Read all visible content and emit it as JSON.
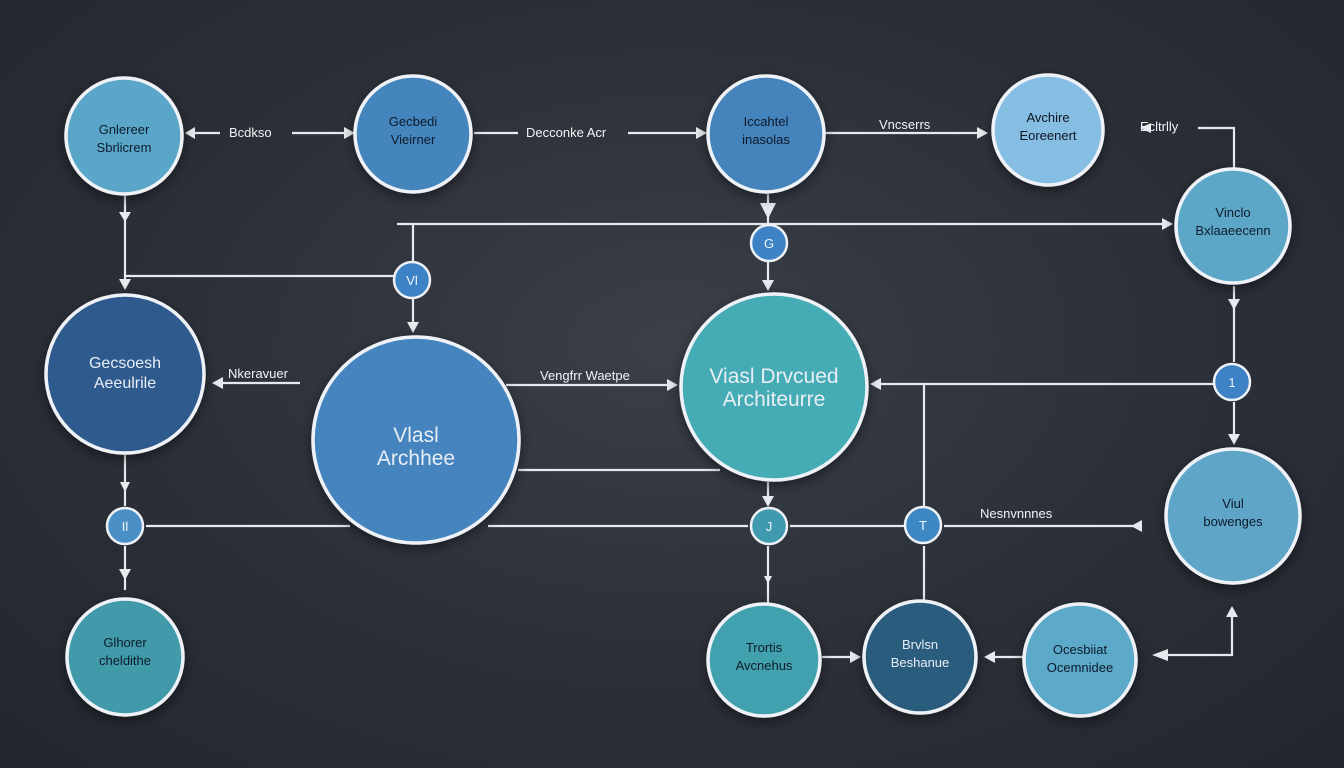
{
  "colors": {
    "background": "#2b2f37",
    "connector": "#e6eaee",
    "node_border": "#eef2f6"
  },
  "nodes": {
    "top_left": {
      "line1": "Gnlereer",
      "line2": "Sbrlicrem",
      "fill": "#5aa6c9"
    },
    "top_2": {
      "line1": "Gecbedi",
      "line2": "Vieirner",
      "fill": "#4485bd"
    },
    "top_3": {
      "line1": "Iccahtel",
      "line2": "inasolas",
      "fill": "#4583bd"
    },
    "top_4": {
      "line1": "Avchire",
      "line2": "Eoreenert",
      "fill": "#86bde3"
    },
    "right_upper": {
      "line1": "Vinclo",
      "line2": "Bxlaaeecenn",
      "fill": "#5ba7c8"
    },
    "mid_left": {
      "line1": "Gecsoesh",
      "line2": "Aeeulrile",
      "fill": "#2e5a8e"
    },
    "center": {
      "line1": "Vlasl",
      "line2": "Archhee",
      "fill": "#4484bf"
    },
    "center_right": {
      "line1": "Viasl Drvcued",
      "line2": "Architeurre",
      "fill": "#45abb5"
    },
    "right_lower": {
      "line1": "Viul",
      "line2": "bowenges",
      "fill": "#5ea5c8"
    },
    "bottom_left": {
      "line1": "Glhorer",
      "line2": "cheldithe",
      "fill": "#3f9aa9"
    },
    "bottom_2": {
      "line1": "Trortis",
      "line2": "Avcnehus",
      "fill": "#43a1af"
    },
    "bottom_3": {
      "line1": "Brvlsn",
      "line2": "Beshanue",
      "fill": "#2c5c7e"
    },
    "bottom_4": {
      "line1": "Ocesbiiat",
      "line2": "Ocemnidee",
      "fill": "#5ba9c9"
    }
  },
  "edge_labels": {
    "e1": "Bcdkso",
    "e2": "Decconke Acr",
    "e3": "Vncserrs",
    "e4": "Ecltrlly",
    "e5": "Nkeravuer",
    "e6": "Vengfrr Waetpe",
    "e7": "Nesnvnnnes"
  },
  "junctions": {
    "j1": "Vl",
    "j2": "G",
    "j3": "1",
    "j4": "Il",
    "j5": "J",
    "j6": "T"
  }
}
